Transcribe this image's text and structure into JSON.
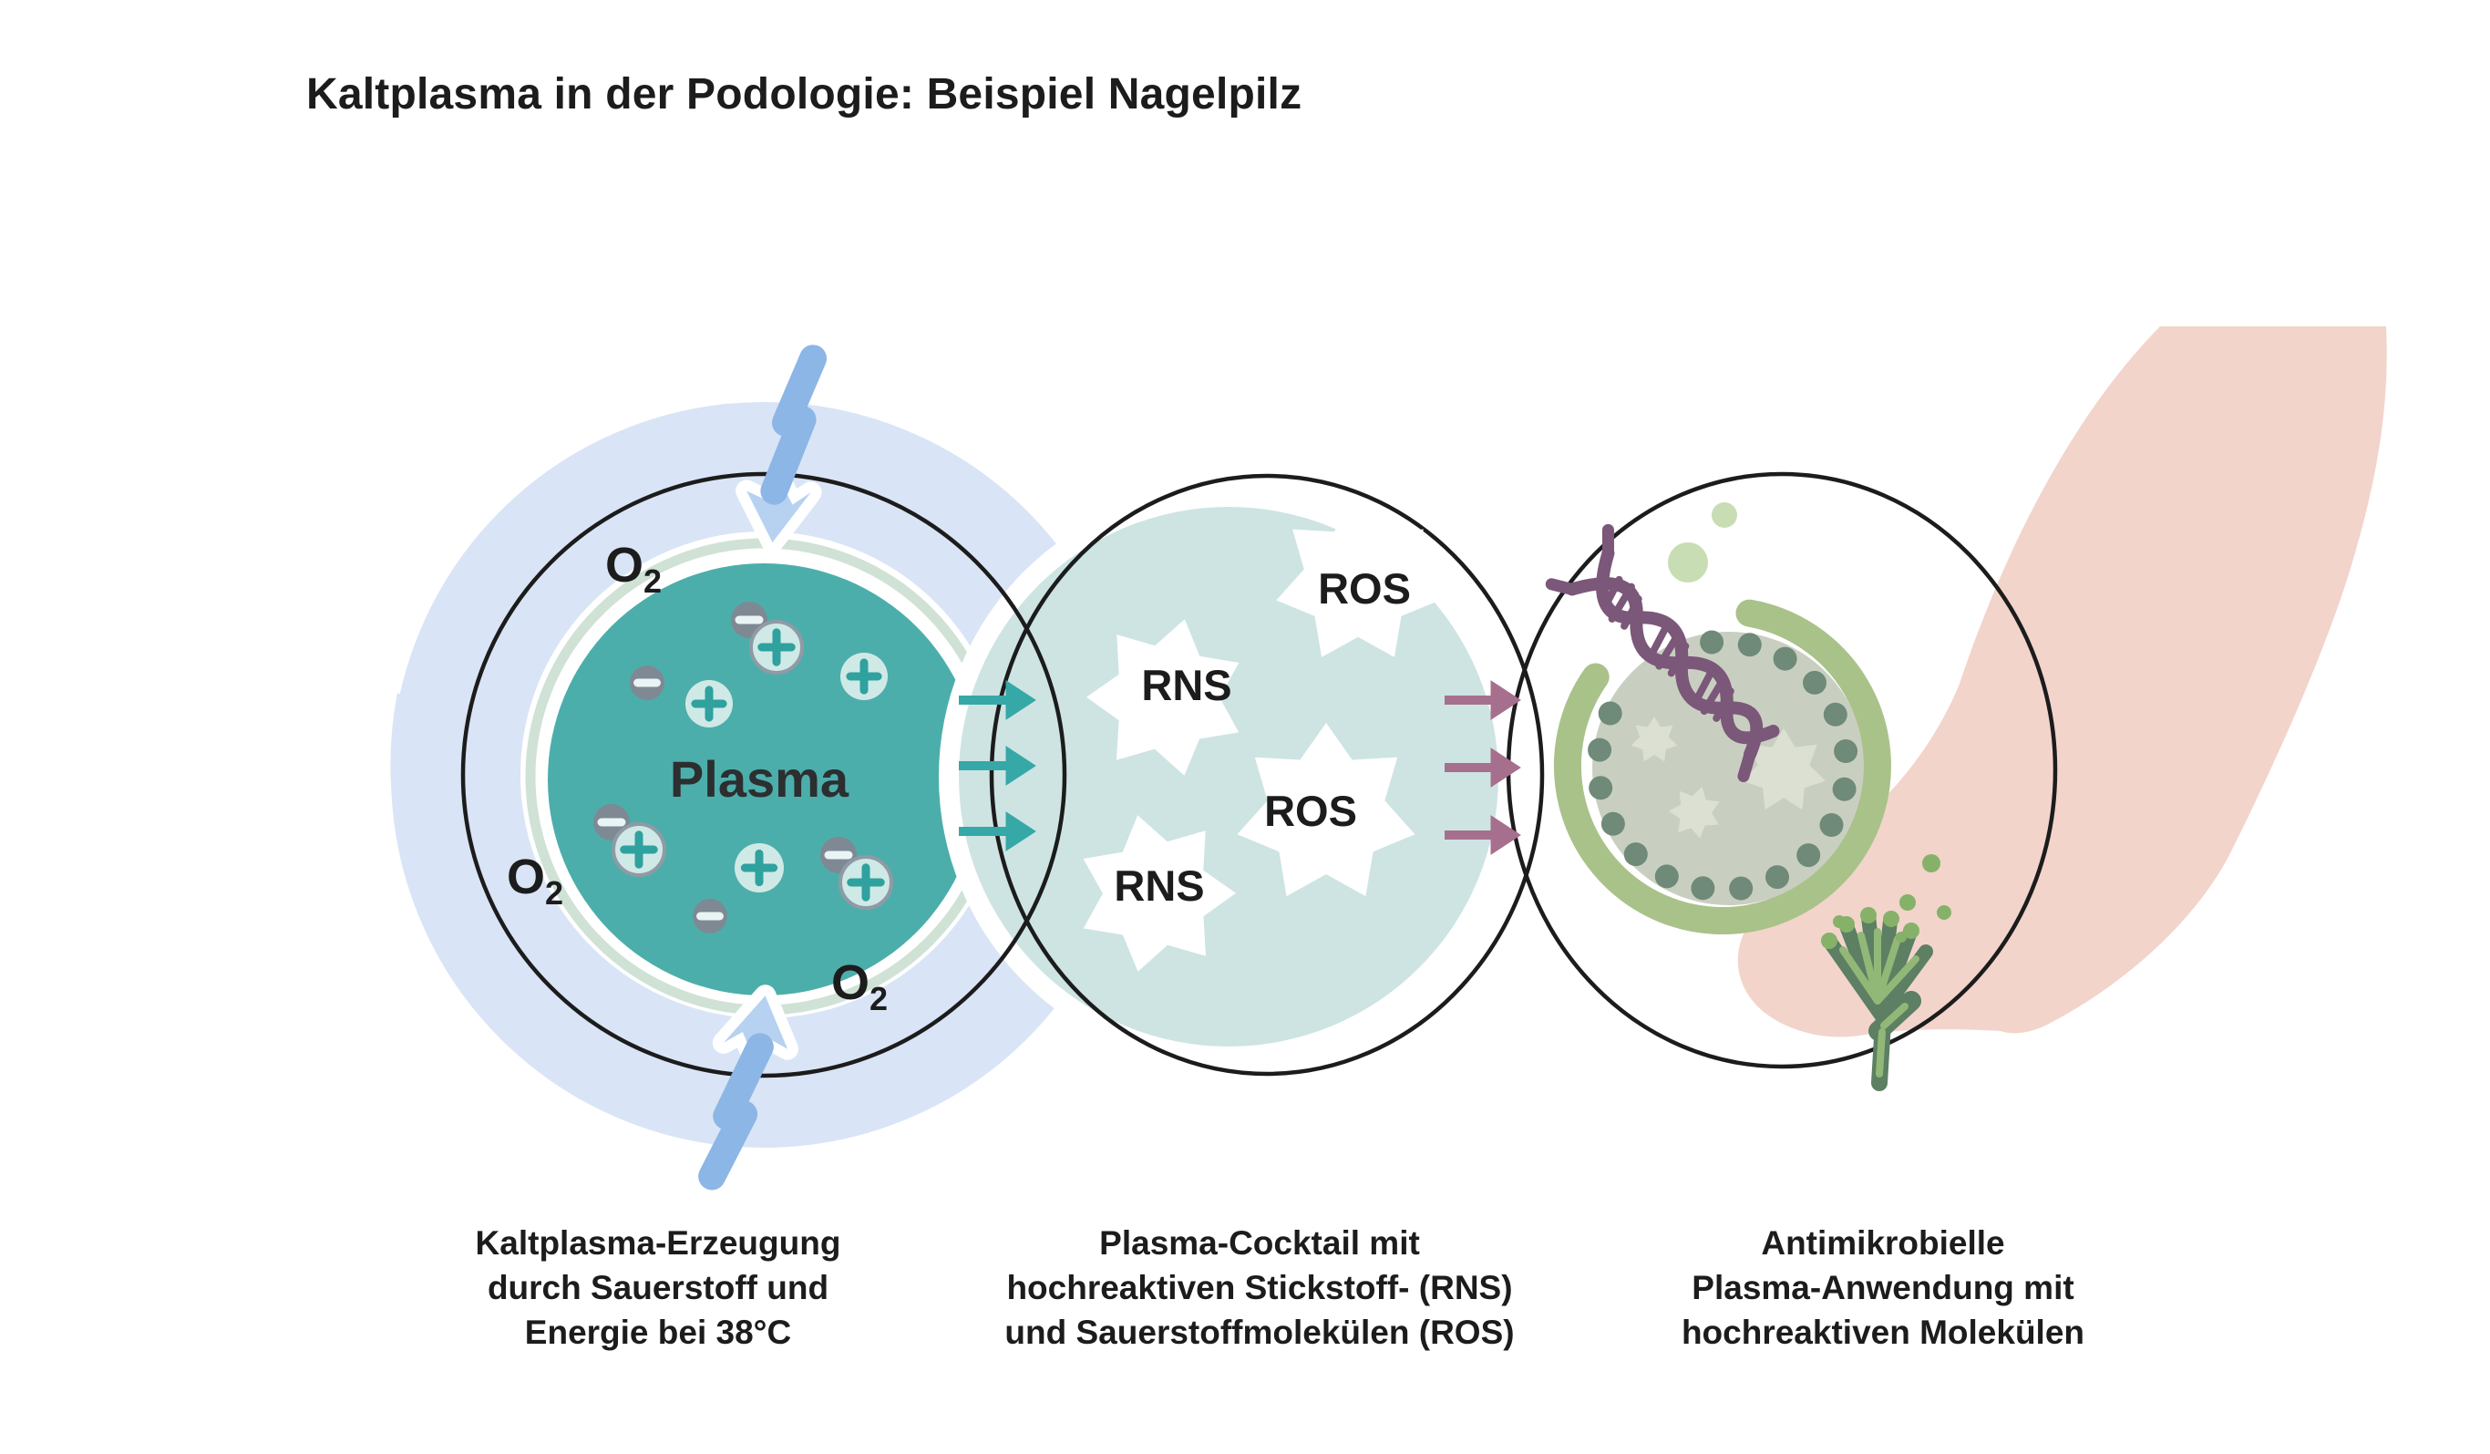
{
  "title": "Kaltplasma in der Podologie: Beispiel Nagelpilz",
  "labels": {
    "plasma": "Plasma",
    "o2": {
      "main": "O",
      "sub": "2"
    }
  },
  "molecules": {
    "rns": "RNS",
    "ros": "ROS"
  },
  "captions": [
    {
      "lines": [
        "Kaltplasma-Erzeugung",
        "durch Sauerstoff und",
        "Energie bei 38°C"
      ]
    },
    {
      "lines": [
        "Plasma-Cocktail mit",
        "hochreaktiven Stickstoff- (RNS)",
        "und Sauerstoffmolekülen (ROS)"
      ]
    },
    {
      "lines": [
        "Antimikrobielle",
        "Plasma-Anwendung mit",
        "hochreaktiven Molekülen"
      ]
    }
  ],
  "colors": {
    "ink": "#1c1c1c",
    "pale_blue": "#d9e5f6",
    "bolt_blue": "#8cb6e6",
    "bolt_head": "#b7d1f0",
    "pale_green": "#cfe2d5",
    "teal": "#4caeab",
    "teal_light": "#cde4e3",
    "teal_arrow": "#35a8a7",
    "purple_arrow": "#a76f8e",
    "plus_bg": "#cfe9e7",
    "plus_sign": "#2fa19e",
    "minus_bg": "#7e8994",
    "microbe_gray": "#c9cfc0",
    "microbe_star": "#dce0d3",
    "dot_green": "#6f8a78",
    "arc_green": "#a9c289",
    "bubble_green": "#c8ddb4",
    "dna_purple": "#7b5779",
    "fungus_dark": "#5d7f63",
    "fungus_light": "#92b878",
    "spore_green": "#85b268",
    "foot_pink": "#f2d4cb"
  }
}
